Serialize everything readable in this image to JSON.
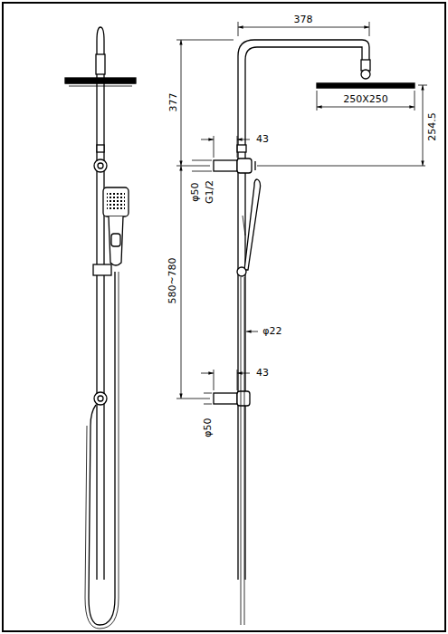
{
  "diagram": {
    "labels": [
      "378",
      "377",
      "250X250",
      "254.5",
      "43",
      "φ50",
      "G1/2",
      "580~780",
      "φ22",
      "43",
      "φ50"
    ]
  }
}
